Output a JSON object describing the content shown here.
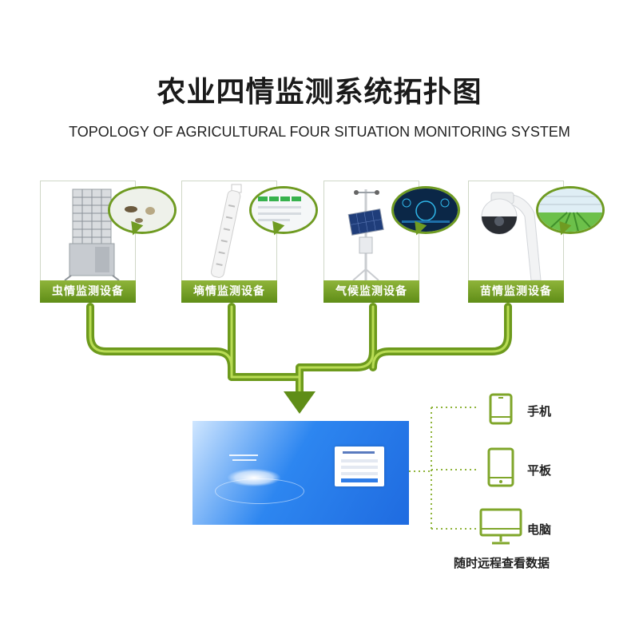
{
  "title": "农业四情监测系统拓扑图",
  "subtitle": "TOPOLOGY OF AGRICULTURAL FOUR SITUATION MONITORING SYSTEM",
  "devices": [
    {
      "label": "虫情监测设备",
      "icon": "insect-trap-icon"
    },
    {
      "label": "墒情监测设备",
      "icon": "soil-probe-icon"
    },
    {
      "label": "气候监测设备",
      "icon": "weather-station-icon"
    },
    {
      "label": "苗情监测设备",
      "icon": "camera-icon"
    }
  ],
  "terminals": [
    {
      "label": "手机",
      "icon": "phone-icon"
    },
    {
      "label": "平板",
      "icon": "tablet-icon"
    },
    {
      "label": "电脑",
      "icon": "monitor-icon"
    }
  ],
  "remote_label": "随时远程查看数据",
  "colors": {
    "green_dark": "#5f8d17",
    "green_light": "#9cc33c",
    "platform_blue": "#2d86f0"
  }
}
